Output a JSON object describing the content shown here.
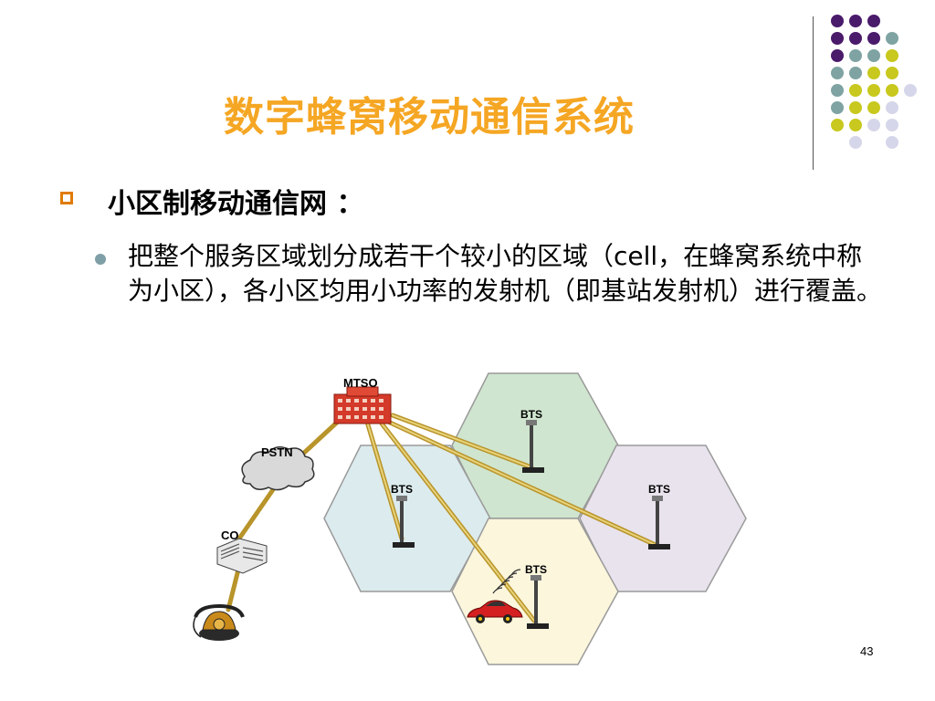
{
  "slide": {
    "title": "数字蜂窝移动通信系统",
    "heading": "小区制移动通信网 ：",
    "paragraph": "把整个服务区域划分成若干个较小的区域（cell，在蜂窝系统中称为小区），各小区均用小功率的发射机（即基站发射机）进行覆盖。",
    "page_number": "43"
  },
  "diagram": {
    "mtso_label": "MTSO",
    "pstn_label": "PSTN",
    "co_label": "CO",
    "bts_label": "BTS"
  },
  "colors": {
    "title": "#f5a623",
    "bullet_square": "#e07b00",
    "dot_purple": "#4a1a6b",
    "dot_teal": "#7fa3a3",
    "dot_yellow": "#c8c81e",
    "dot_lavender": "#d6d6ea",
    "cell_green": "#cfe5cf",
    "cell_blue": "#dcebed",
    "cell_lavender": "#e9e3ee",
    "cell_yellow": "#fbf6dc",
    "link": "#c9a62a"
  }
}
